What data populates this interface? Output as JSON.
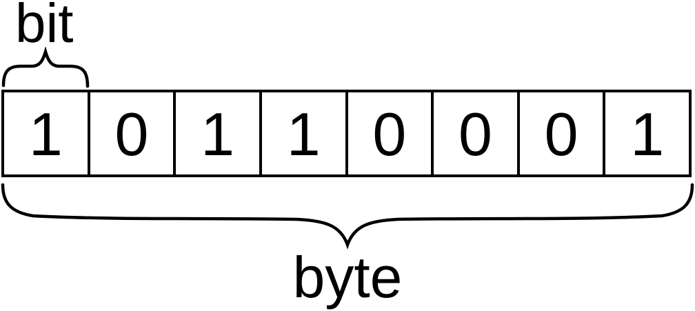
{
  "diagram": {
    "title_implicit": "bit and byte diagram",
    "bit_label": "bit",
    "byte_label": "byte",
    "bits": [
      "1",
      "0",
      "1",
      "1",
      "0",
      "0",
      "0",
      "1"
    ],
    "byte_value": "10110001",
    "cell_count": 8,
    "colors": {
      "foreground": "#000000",
      "background": "#ffffff"
    }
  }
}
